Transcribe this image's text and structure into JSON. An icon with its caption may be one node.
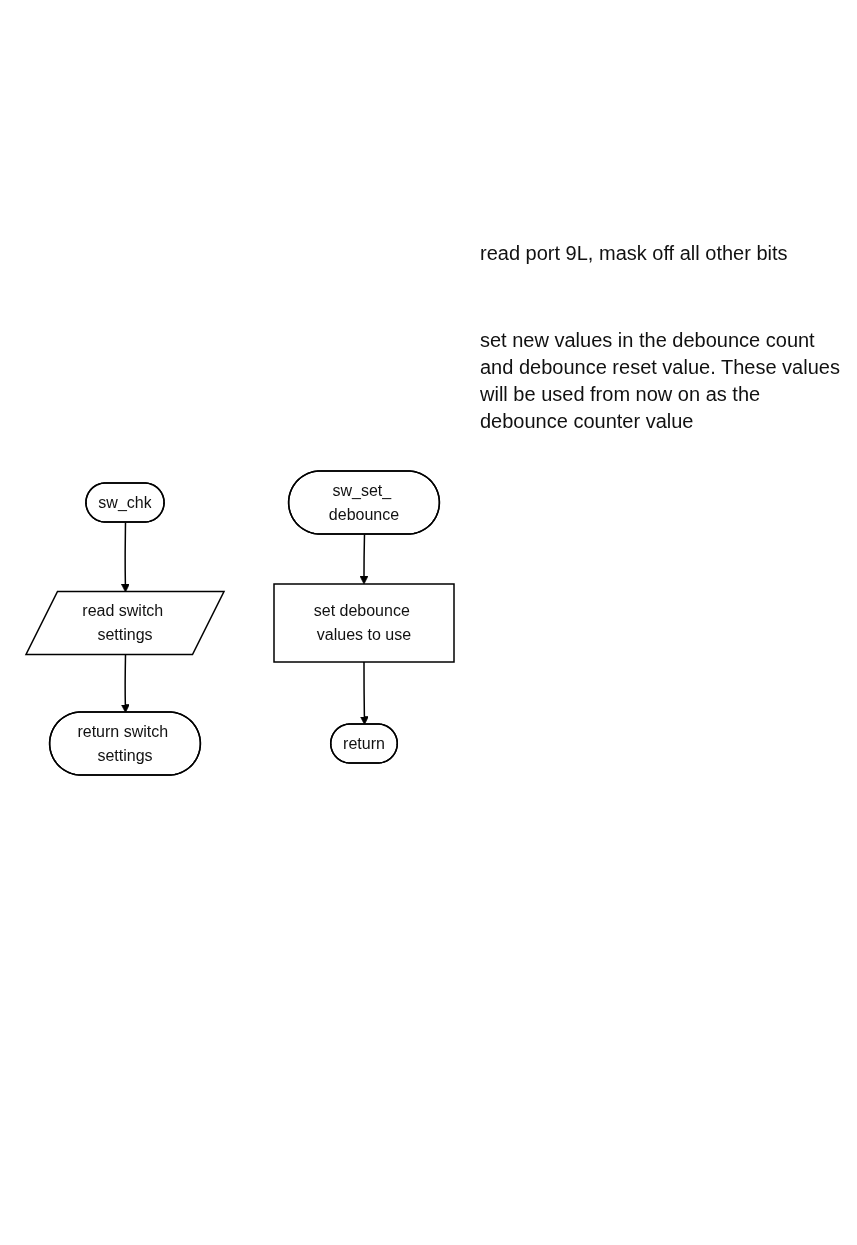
{
  "diagram": {
    "nodes": [
      {
        "text": [
          "sw_chk"
        ]
      },
      {
        "text": [
          "read switch settings"
        ]
      },
      {
        "text": [
          "return switch settings"
        ]
      },
      {
        "text": [
          "sw_set_ debounce"
        ]
      },
      {
        "text": [
          "set debounce values to use"
        ]
      },
      {
        "text": [
          "return"
        ]
      }
    ],
    "edges": [
      {
        "from": 0,
        "to": 1,
        "arrow": "to"
      },
      {
        "from": 1,
        "to": 2,
        "arrow": "to"
      },
      {
        "from": 3,
        "to": 4,
        "arrow": "to"
      },
      {
        "from": 4,
        "to": 5,
        "arrow": "to"
      }
    ],
    "labels": [
      "read port 9L, mask off all other bits",
      "set new values in the debounce count and debounce reset value. These values will be used from now on as the debounce counter value"
    ]
  }
}
